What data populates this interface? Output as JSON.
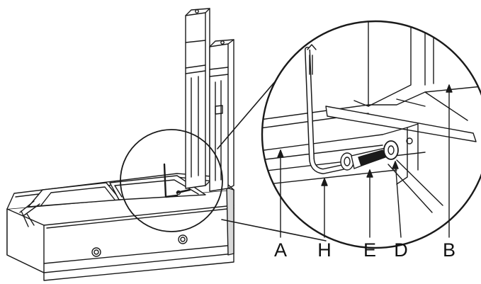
{
  "callouts": {
    "a": "A",
    "h": "H",
    "e": "E",
    "d": "D",
    "b": "B"
  },
  "colors": {
    "line": "#1a1a1a",
    "fill": "#ffffff",
    "shade": "#d9d9d9"
  }
}
